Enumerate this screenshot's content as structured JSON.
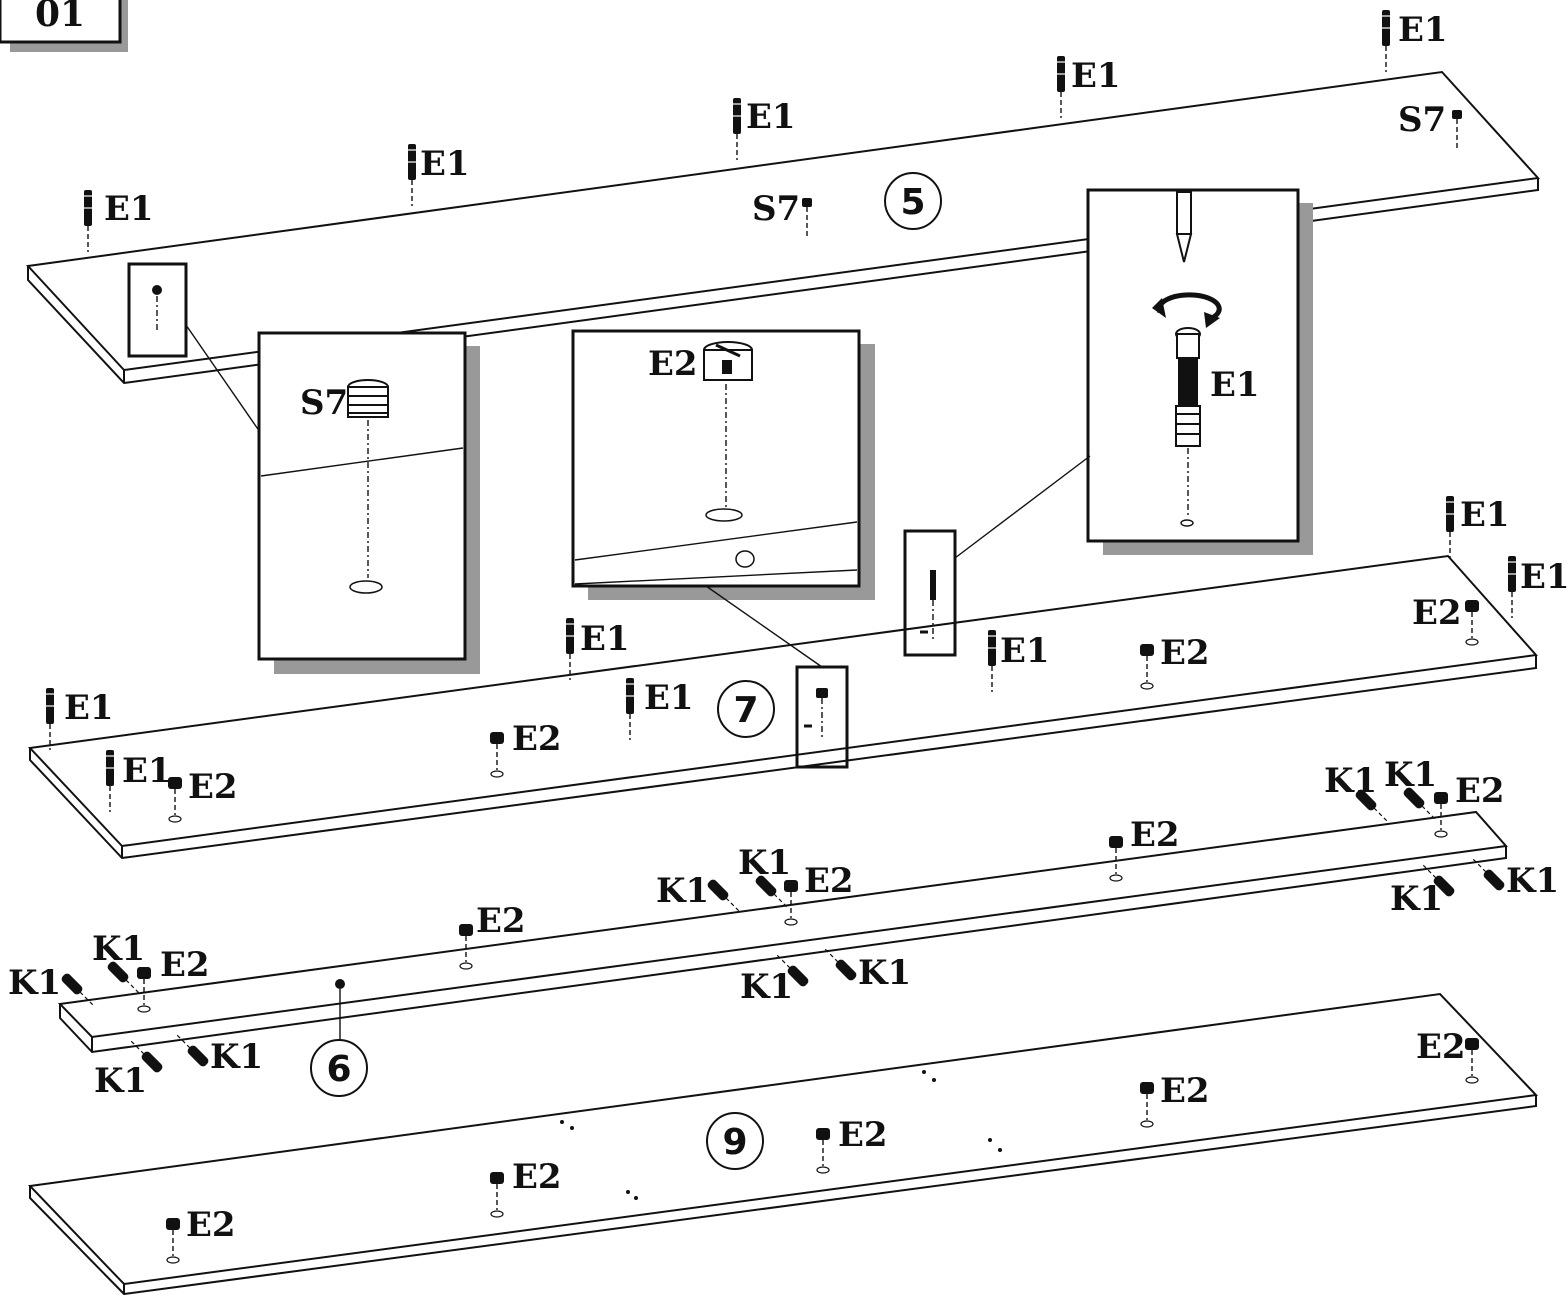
{
  "step": "01",
  "labels": {
    "cam_bolt": "E1",
    "cam_lock": "E2",
    "insert_sleeve": "S7",
    "dowel": "K1"
  },
  "panels": [
    {
      "id": "5",
      "label": "5"
    },
    {
      "id": "7",
      "label": "7"
    },
    {
      "id": "6",
      "label": "6"
    },
    {
      "id": "9",
      "label": "9"
    }
  ],
  "details": {
    "s7_detail": "S7",
    "e2_detail": "E2",
    "e1_detail": "E1"
  }
}
